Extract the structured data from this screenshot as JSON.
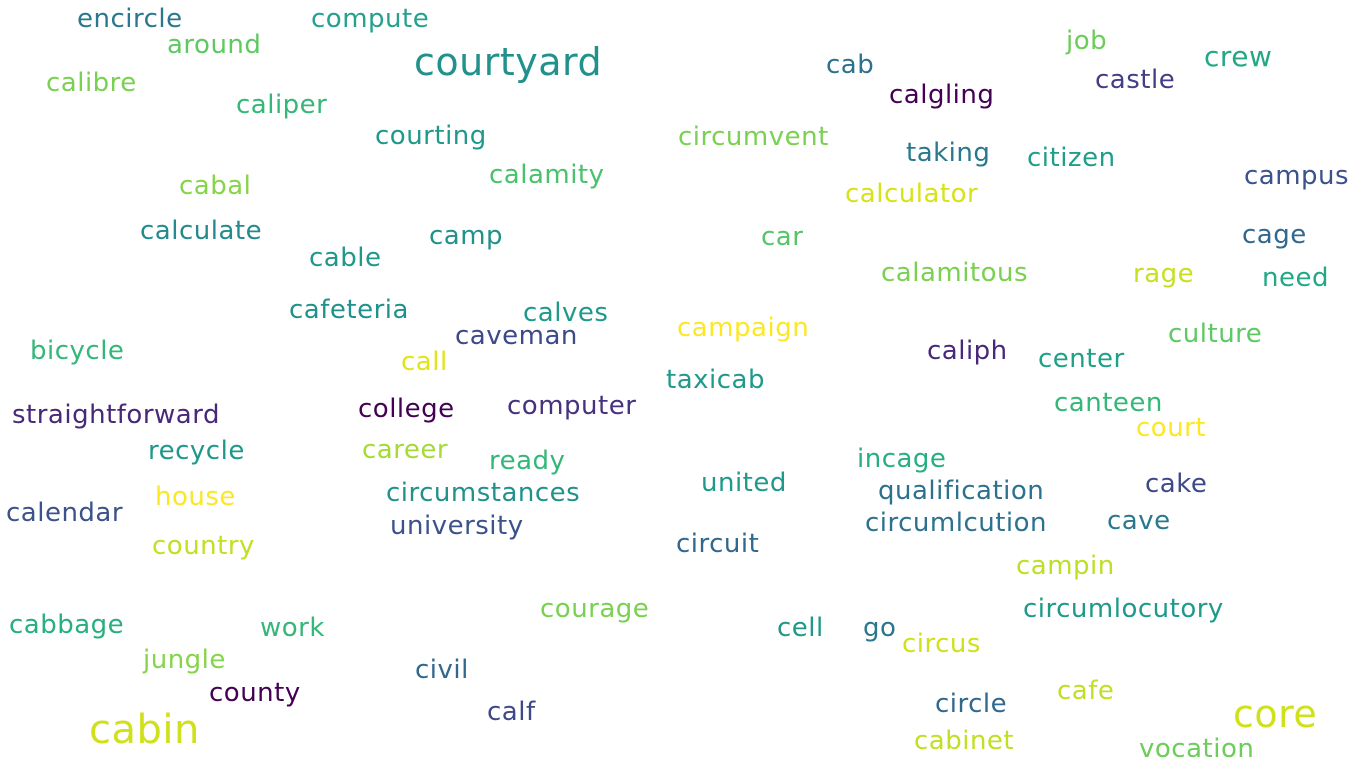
{
  "word_cloud": {
    "words": [
      {
        "text": "encircle",
        "color": "#2a788e"
      },
      {
        "text": "compute",
        "color": "#25a18e"
      },
      {
        "text": "around",
        "color": "#5ec962"
      },
      {
        "text": "courtyard",
        "color": "#21918c"
      },
      {
        "text": "job",
        "color": "#6ccd5a"
      },
      {
        "text": "crew",
        "color": "#22a884"
      },
      {
        "text": "calibre",
        "color": "#7ad151"
      },
      {
        "text": "cab",
        "color": "#2c728e"
      },
      {
        "text": "castle",
        "color": "#433e85"
      },
      {
        "text": "caliper",
        "color": "#35b779"
      },
      {
        "text": "calgling",
        "color": "#440154"
      },
      {
        "text": "courting",
        "color": "#1f9a8a"
      },
      {
        "text": "circumvent",
        "color": "#7ad151"
      },
      {
        "text": "taking",
        "color": "#2a788e"
      },
      {
        "text": "citizen",
        "color": "#1f9e89"
      },
      {
        "text": "cabal",
        "color": "#86d549"
      },
      {
        "text": "calamity",
        "color": "#4ac16d"
      },
      {
        "text": "campus",
        "color": "#3b528b"
      },
      {
        "text": "calculator",
        "color": "#d8e219"
      },
      {
        "text": "calculate",
        "color": "#238a8d"
      },
      {
        "text": "camp",
        "color": "#21918c"
      },
      {
        "text": "car",
        "color": "#54c568"
      },
      {
        "text": "cage",
        "color": "#31688e"
      },
      {
        "text": "cable",
        "color": "#1f988b"
      },
      {
        "text": "calamitous",
        "color": "#7ad151"
      },
      {
        "text": "rage",
        "color": "#c8e020"
      },
      {
        "text": "need",
        "color": "#22a884"
      },
      {
        "text": "cafeteria",
        "color": "#21918c"
      },
      {
        "text": "calves",
        "color": "#1f9a8a"
      },
      {
        "text": "campaign",
        "color": "#fde725"
      },
      {
        "text": "caveman",
        "color": "#3e4989"
      },
      {
        "text": "culture",
        "color": "#5ec962"
      },
      {
        "text": "bicycle",
        "color": "#35b779"
      },
      {
        "text": "call",
        "color": "#e2e418"
      },
      {
        "text": "caliph",
        "color": "#482878"
      },
      {
        "text": "center",
        "color": "#1fa188"
      },
      {
        "text": "taxicab",
        "color": "#1f9a8a"
      },
      {
        "text": "straightforward",
        "color": "#482878"
      },
      {
        "text": "college",
        "color": "#440154"
      },
      {
        "text": "computer",
        "color": "#46327e"
      },
      {
        "text": "canteen",
        "color": "#35b779"
      },
      {
        "text": "court",
        "color": "#fde725"
      },
      {
        "text": "recycle",
        "color": "#1f988b"
      },
      {
        "text": "career",
        "color": "#a5db36"
      },
      {
        "text": "ready",
        "color": "#35b779"
      },
      {
        "text": "incage",
        "color": "#29af7f"
      },
      {
        "text": "united",
        "color": "#1f9a8a"
      },
      {
        "text": "cake",
        "color": "#3e4989"
      },
      {
        "text": "house",
        "color": "#fde725"
      },
      {
        "text": "circumstances",
        "color": "#21918c"
      },
      {
        "text": "qualification",
        "color": "#2c728e"
      },
      {
        "text": "calendar",
        "color": "#3b528b"
      },
      {
        "text": "university",
        "color": "#3b528b"
      },
      {
        "text": "circumlcution",
        "color": "#2c728e"
      },
      {
        "text": "cave",
        "color": "#2a788e"
      },
      {
        "text": "country",
        "color": "#c2df23"
      },
      {
        "text": "circuit",
        "color": "#31688e"
      },
      {
        "text": "campin",
        "color": "#bddf26"
      },
      {
        "text": "courage",
        "color": "#7ad151"
      },
      {
        "text": "circumlocutory",
        "color": "#1f9a8a"
      },
      {
        "text": "cabbage",
        "color": "#29af7f"
      },
      {
        "text": "work",
        "color": "#35b779"
      },
      {
        "text": "cell",
        "color": "#1f988b"
      },
      {
        "text": "go",
        "color": "#2a788e"
      },
      {
        "text": "circus",
        "color": "#d0e11c"
      },
      {
        "text": "jungle",
        "color": "#86d549"
      },
      {
        "text": "civil",
        "color": "#31688e"
      },
      {
        "text": "county",
        "color": "#440154"
      },
      {
        "text": "cafe",
        "color": "#c2df23"
      },
      {
        "text": "core",
        "color": "#d0e11c"
      },
      {
        "text": "cabin",
        "color": "#d0e11c"
      },
      {
        "text": "circle",
        "color": "#31688e"
      },
      {
        "text": "calf",
        "color": "#3e4989"
      },
      {
        "text": "cabinet",
        "color": "#c2df23"
      },
      {
        "text": "vocation",
        "color": "#6ccd5a"
      }
    ]
  }
}
